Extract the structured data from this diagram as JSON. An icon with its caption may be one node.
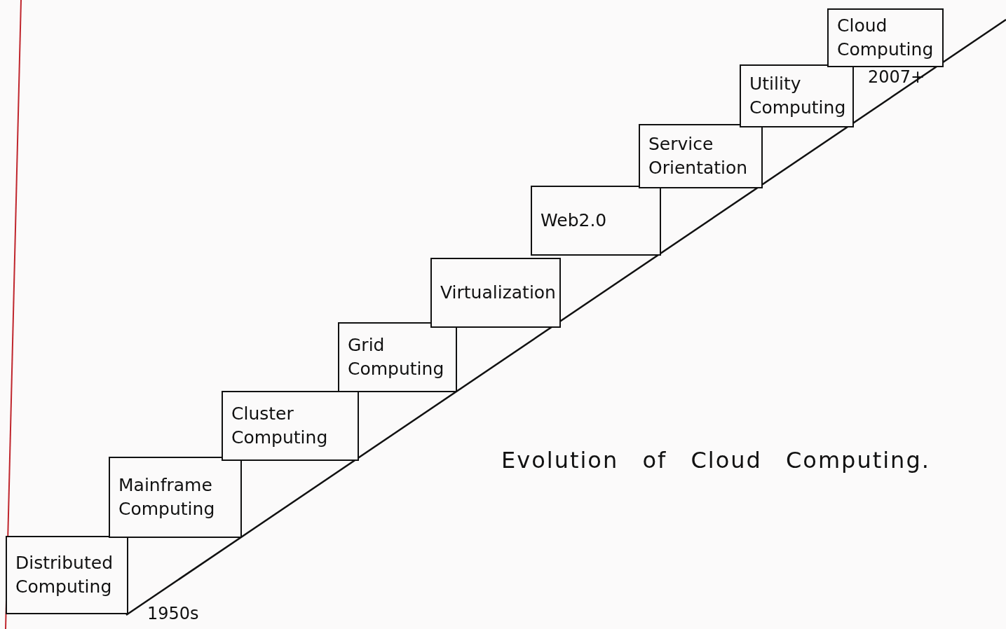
{
  "diagram": {
    "title": "Evolution of Cloud Computing.",
    "nodes": [
      {
        "text": [
          "Distributed Computing"
        ]
      },
      {
        "text": [
          "Mainframe Computing"
        ]
      },
      {
        "text": [
          "Cluster Computing"
        ]
      },
      {
        "text": [
          "Grid Computing"
        ]
      },
      {
        "text": [
          "Virtualization"
        ]
      },
      {
        "text": [
          "Web2.0"
        ]
      },
      {
        "text": [
          "Service Orientation"
        ]
      },
      {
        "text": [
          "Utility Computing"
        ]
      },
      {
        "text": [
          "Cloud Computing"
        ]
      }
    ],
    "labels": [
      "1950s",
      "2007+"
    ]
  }
}
